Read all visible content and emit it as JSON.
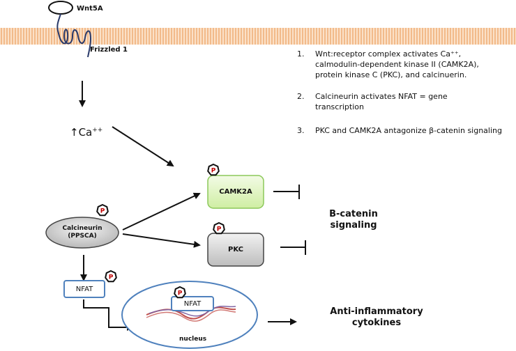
{
  "membrane": {
    "ligand_label": "Wnt5A",
    "receptor_label": "Frizzled 1"
  },
  "calcium": {
    "arrow": "↑",
    "label": "Ca",
    "superscript": "++"
  },
  "nodes": {
    "camk2a": "CAMK2A",
    "pkc": "PKC",
    "calcineurin_line1": "Calcineurin",
    "calcineurin_line2": "(PPSCA)",
    "nfat_outer": "NFAT",
    "nfat_nucleus": "NFAT",
    "nucleus": "nucleus",
    "phospho": "P"
  },
  "outputs": {
    "beta_catenin_line1": "B-catenin",
    "beta_catenin_line2": "signaling",
    "cytokines_line1": "Anti-inflammatory",
    "cytokines_line2": "cytokines"
  },
  "notes": [
    {
      "num": "1.",
      "lines": [
        "Wnt:receptor complex activates Ca⁺⁺,",
        "calmodulin-dependent kinase II (CAMK2A),",
        "protein kinase C (PKC), and calcinuerin."
      ]
    },
    {
      "num": "2.",
      "lines": [
        "Calcineurin activates NFAT = gene",
        "transcription"
      ]
    },
    {
      "num": "3.",
      "lines": [
        "PKC and CAMK2A antagonize β-catenin signaling"
      ]
    }
  ],
  "colors": {
    "membrane": "#f0b07a",
    "camk2a_fill": "#e3f5c6",
    "camk2a_border": "#7fbf3f",
    "pkc_fill": "#d9d9d9",
    "nfat_border": "#4f81bd",
    "nucleus_border": "#4f81bd",
    "phospho_text": "#c00000"
  }
}
